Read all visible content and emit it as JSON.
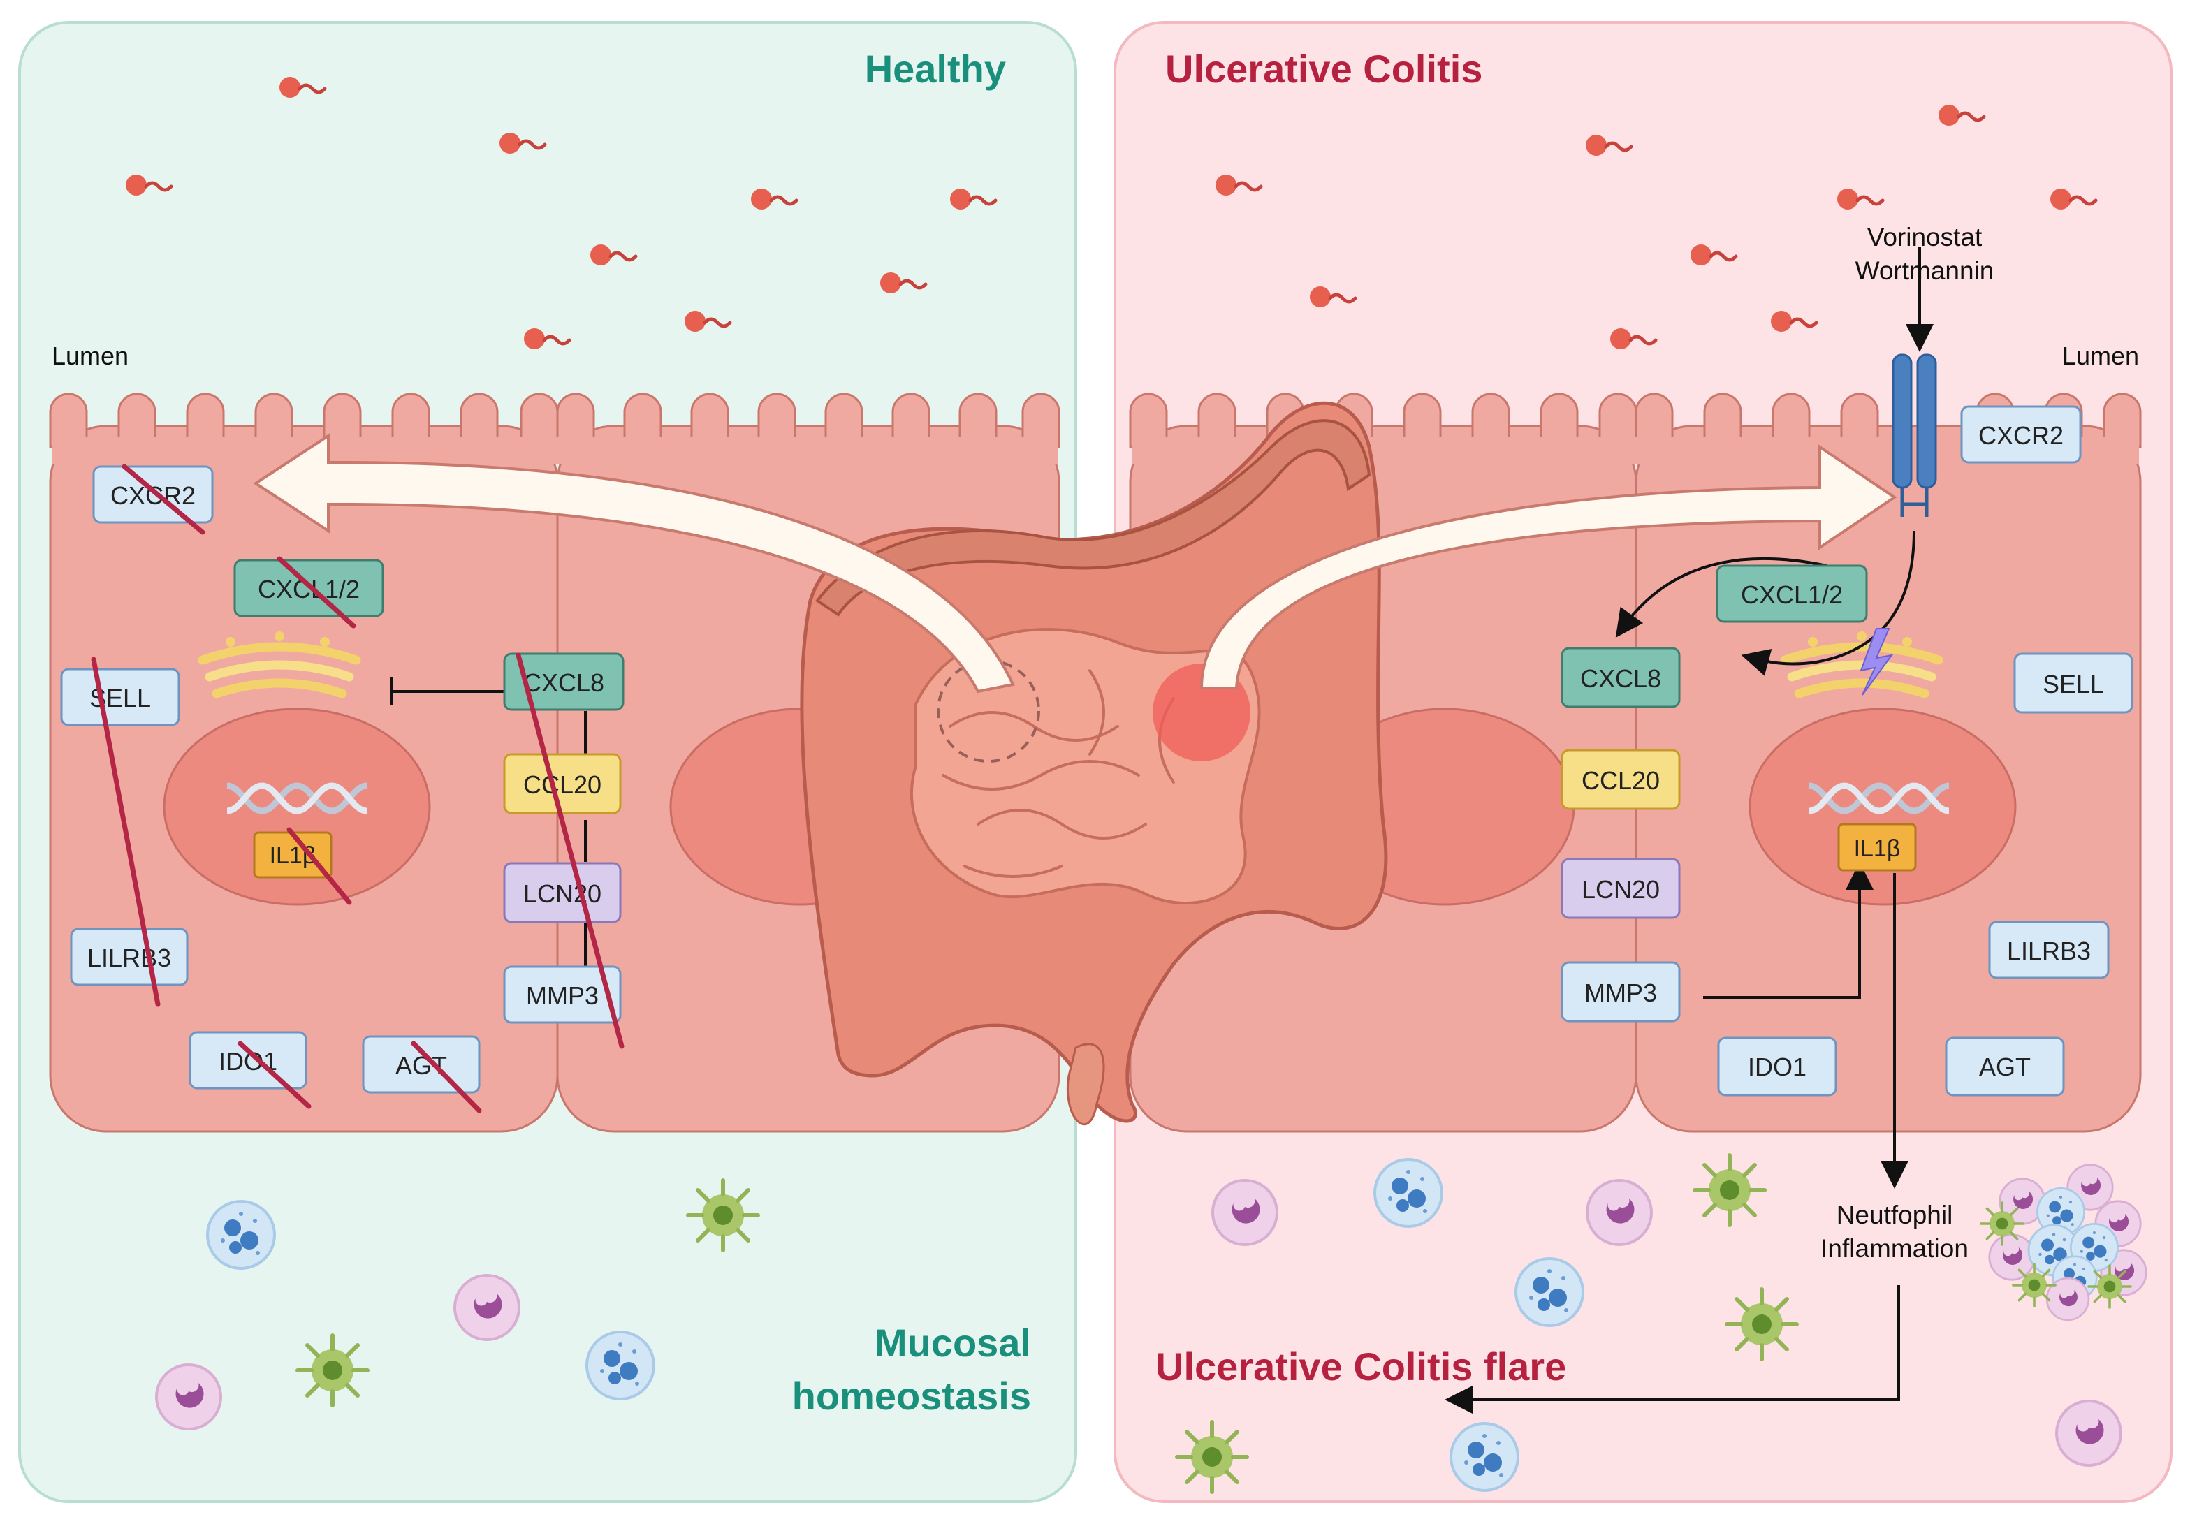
{
  "panels": {
    "healthy": {
      "title": "Healthy",
      "lumen": "Lumen",
      "footer_line1": "Mucosal",
      "footer_line2": "homeostasis",
      "genes": {
        "cxcr2": "CXCR2",
        "cxcl12": "CXCL1/2",
        "cxcl8": "CXCL8",
        "sell": "SELL",
        "ccl20": "CCL20",
        "lcn20": "LCN20",
        "mmp3": "MMP3",
        "il1b": "IL1β",
        "lilrb3": "LILRB3",
        "ido1": "IDO1",
        "agt": "AGT"
      }
    },
    "uc": {
      "title": "Ulcerative Colitis",
      "lumen": "Lumen",
      "drug1": "Vorinostat",
      "drug2": "Wortmannin",
      "outcome1": "Neutfophil",
      "outcome2": "Inflammation",
      "flare": "Ulcerative Colitis flare",
      "genes": {
        "cxcr2": "CXCR2",
        "cxcl12": "CXCL1/2",
        "cxcl8": "CXCL8",
        "sell": "SELL",
        "ccl20": "CCL20",
        "lcn20": "LCN20",
        "mmp3": "MMP3",
        "il1b": "IL1β",
        "lilrb3": "LILRB3",
        "ido1": "IDO1",
        "agt": "AGT"
      }
    }
  },
  "colors": {
    "healthy_bg": "#e6f5ef",
    "uc_bg": "#fde3e6",
    "healthy_title": "#1a8f7c",
    "uc_title": "#b5213f",
    "cell": "#f3a9a0",
    "blue_box": "#d7e9f7",
    "green_box": "#7fc2b1",
    "yellow_box": "#f6df86",
    "purple_box": "#d9cdee",
    "orange_box": "#f3b13f",
    "strike": "#b32646"
  }
}
